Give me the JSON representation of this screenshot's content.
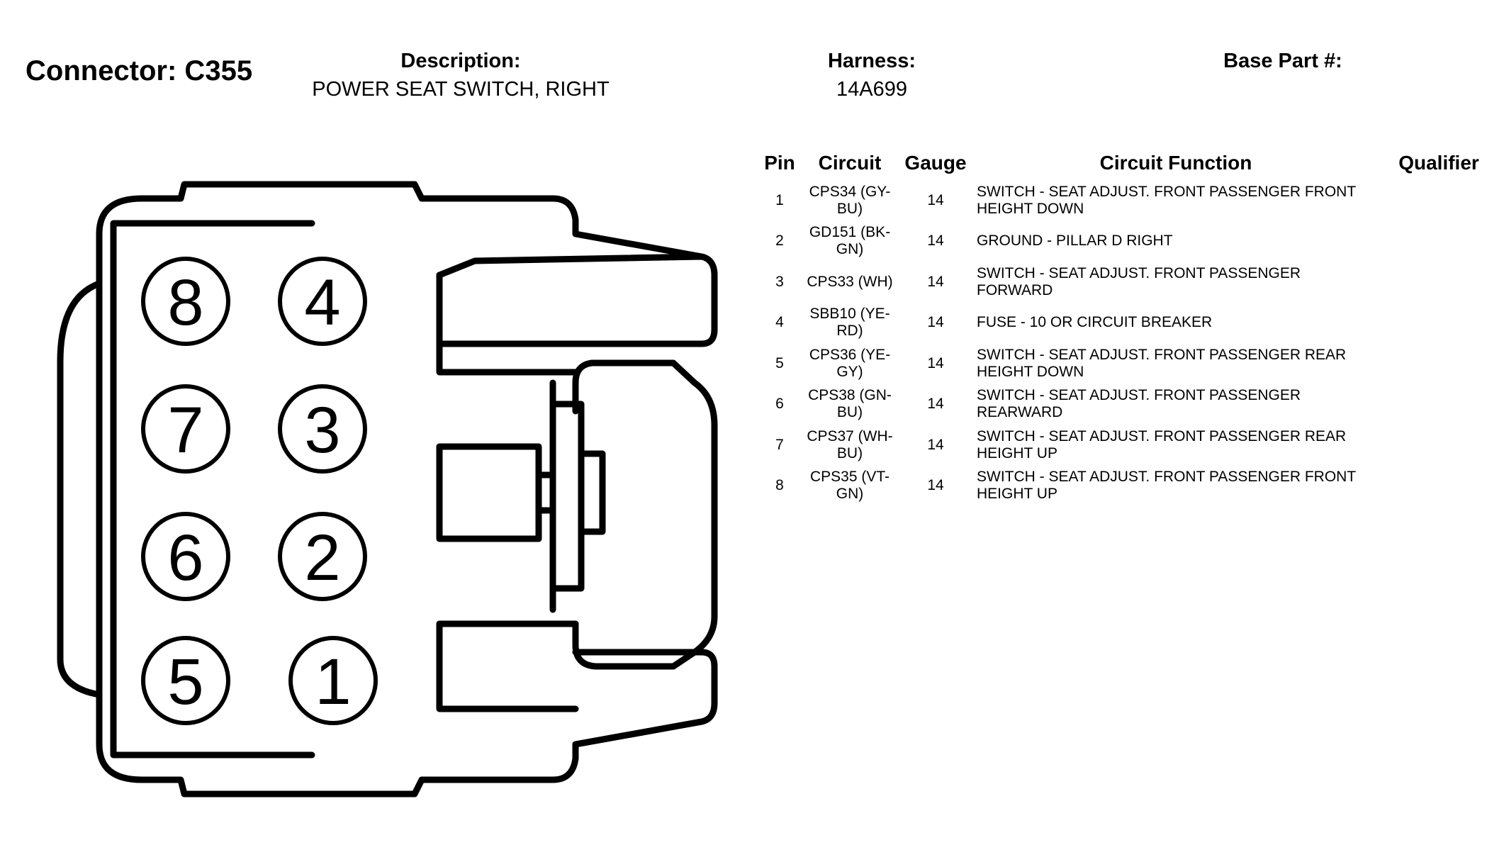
{
  "header": {
    "connector_label": "Connector: C355",
    "description_label": "Description:",
    "description_value": "POWER SEAT SWITCH, RIGHT",
    "harness_label": "Harness:",
    "harness_value": "14A699",
    "base_part_label": "Base Part #:",
    "base_part_value": ""
  },
  "table": {
    "columns": {
      "pin": "Pin",
      "circuit": "Circuit",
      "gauge": "Gauge",
      "function": "Circuit Function",
      "qualifier": "Qualifier"
    },
    "rows": [
      {
        "pin": "1",
        "circuit": "CPS34 (GY-BU)",
        "gauge": "14",
        "function": "SWITCH - SEAT ADJUST. FRONT PASSENGER FRONT HEIGHT DOWN",
        "qualifier": ""
      },
      {
        "pin": "2",
        "circuit": "GD151 (BK-GN)",
        "gauge": "14",
        "function": "GROUND - PILLAR D RIGHT",
        "qualifier": ""
      },
      {
        "pin": "3",
        "circuit": "CPS33 (WH)",
        "gauge": "14",
        "function": "SWITCH - SEAT ADJUST. FRONT PASSENGER FORWARD",
        "qualifier": ""
      },
      {
        "pin": "4",
        "circuit": "SBB10 (YE-RD)",
        "gauge": "14",
        "function": "FUSE - 10 OR CIRCUIT BREAKER",
        "qualifier": ""
      },
      {
        "pin": "5",
        "circuit": "CPS36 (YE-GY)",
        "gauge": "14",
        "function": "SWITCH - SEAT ADJUST. FRONT PASSENGER REAR HEIGHT DOWN",
        "qualifier": ""
      },
      {
        "pin": "6",
        "circuit": "CPS38 (GN-BU)",
        "gauge": "14",
        "function": "SWITCH - SEAT ADJUST. FRONT PASSENGER REARWARD",
        "qualifier": ""
      },
      {
        "pin": "7",
        "circuit": "CPS37 (WH-BU)",
        "gauge": "14",
        "function": "SWITCH - SEAT ADJUST. FRONT PASSENGER REAR HEIGHT UP",
        "qualifier": ""
      },
      {
        "pin": "8",
        "circuit": "CPS35 (VT-GN)",
        "gauge": "14",
        "function": "SWITCH - SEAT ADJUST. FRONT PASSENGER FRONT HEIGHT UP",
        "qualifier": ""
      }
    ]
  },
  "diagram": {
    "pin_labels": [
      "8",
      "4",
      "7",
      "3",
      "6",
      "2",
      "5",
      "1"
    ]
  }
}
